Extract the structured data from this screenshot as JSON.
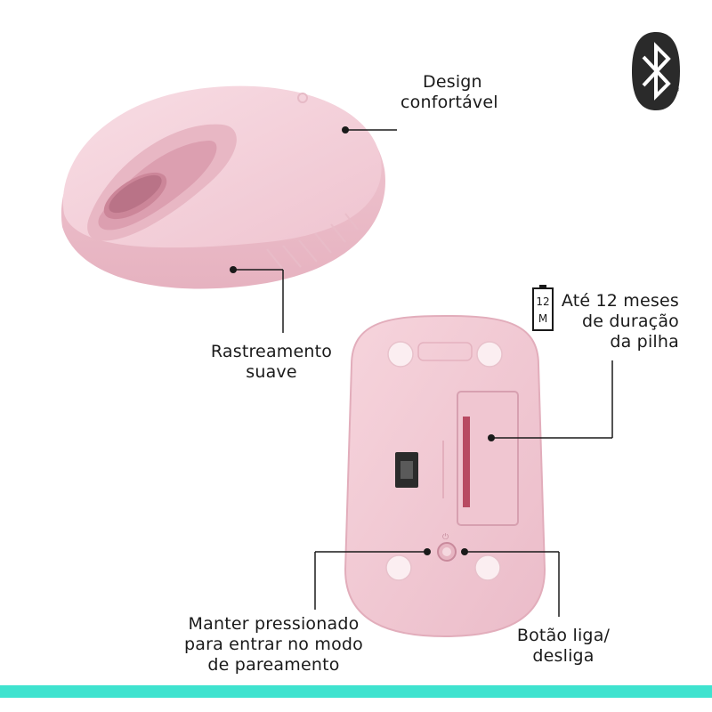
{
  "colors": {
    "mouse_pink": "#f3cfd8",
    "mouse_pink_dark": "#e4b4c1",
    "mouse_pink_shadow": "#d9a2b2",
    "accent_teal": "#3fe3cf",
    "bluetooth_bg": "#2a2a2a"
  },
  "features": {
    "design": {
      "line1": "Design",
      "line2": "confortável"
    },
    "tracking": {
      "line1": "Rastreamento",
      "line2": "suave"
    },
    "battery": {
      "line1": "Até 12 meses",
      "line2": "de duração",
      "line3": "da pilha"
    },
    "pairing": {
      "line1": "Manter pressionado",
      "line2": "para entrar no modo",
      "line3": "de pareamento"
    },
    "power": {
      "line1": "Botão liga/",
      "line2": "desliga"
    }
  },
  "battery_icon": {
    "top": "12",
    "bottom": "M"
  },
  "icons": {
    "bluetooth": "bluetooth-icon",
    "battery": "battery-icon"
  }
}
